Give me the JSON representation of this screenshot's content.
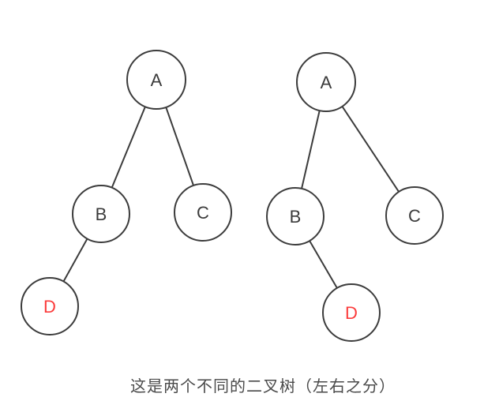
{
  "caption": "这是两个不同的二叉树（左右之分）",
  "colors": {
    "background": "#ffffff",
    "line": "#3c3c3c",
    "node_border": "#3c3c3c",
    "node_fill": "#ffffff",
    "label_default": "#3b3b3b",
    "label_highlight": "#fb3b3b",
    "caption_text": "#4a4a4a"
  },
  "trees": [
    {
      "name": "left binary tree",
      "nodes": [
        {
          "id": "A",
          "label": "A",
          "role": "root"
        },
        {
          "id": "B",
          "label": "B",
          "role": "left child of A"
        },
        {
          "id": "C",
          "label": "C",
          "role": "right child of A"
        },
        {
          "id": "D",
          "label": "D",
          "role": "left child of B",
          "highlighted": true
        }
      ],
      "edges": [
        {
          "from": "A",
          "to": "B",
          "side": "left"
        },
        {
          "from": "A",
          "to": "C",
          "side": "right"
        },
        {
          "from": "B",
          "to": "D",
          "side": "left"
        }
      ]
    },
    {
      "name": "right binary tree",
      "nodes": [
        {
          "id": "A",
          "label": "A",
          "role": "root"
        },
        {
          "id": "B",
          "label": "B",
          "role": "left child of A"
        },
        {
          "id": "C",
          "label": "C",
          "role": "right child of A"
        },
        {
          "id": "D",
          "label": "D",
          "role": "right child of B",
          "highlighted": true
        }
      ],
      "edges": [
        {
          "from": "A",
          "to": "B",
          "side": "left"
        },
        {
          "from": "A",
          "to": "C",
          "side": "right"
        },
        {
          "from": "B",
          "to": "D",
          "side": "right"
        }
      ]
    }
  ]
}
